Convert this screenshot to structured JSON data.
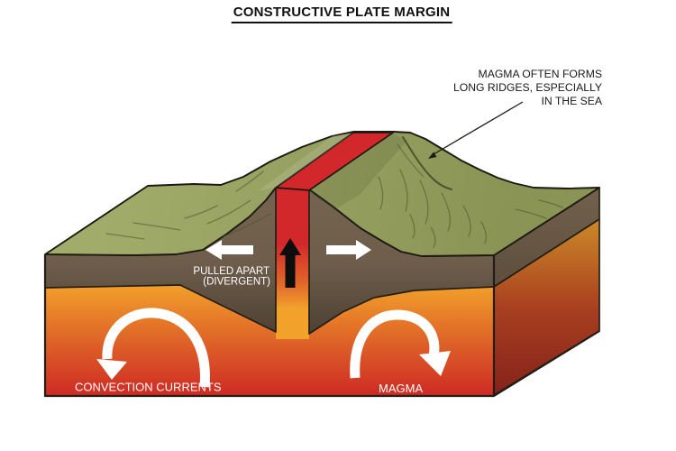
{
  "title": "CONSTRUCTIVE PLATE MARGIN",
  "annotation": {
    "lines": [
      "MAGMA OFTEN FORMS",
      "LONG RIDGES, ESPECIALLY",
      "IN THE SEA"
    ]
  },
  "labels": {
    "pulled_apart_line1": "PULLED APART",
    "pulled_apart_line2": "(DIVERGENT)",
    "convection_currents": "CONVECTION CURRENTS",
    "magma": "MAGMA"
  },
  "colors": {
    "terrain_green_light": "#A1AB6A",
    "terrain_green_dark": "#8A9455",
    "crust_brown_light": "#75654F",
    "crust_brown_mid": "#6E5D4B",
    "crust_brown_dark": "#4A3E31",
    "side_brown_light": "#72614C",
    "side_brown_dark": "#5C4D3C",
    "magma_orange": "#F2A12B",
    "magma_mid": "#DD5F27",
    "magma_red": "#CE2B24",
    "channel_mid": "#E0662A",
    "side_magma_top": "#CC8A28",
    "side_magma_mid": "#A94020",
    "side_magma_bottom": "#84221B",
    "rift_red": "#D2282B",
    "outline": "#221E15",
    "arrow_white": "#FFFFFF",
    "arrow_black": "#0D0D0D",
    "text_dark": "#1A1A1A"
  }
}
